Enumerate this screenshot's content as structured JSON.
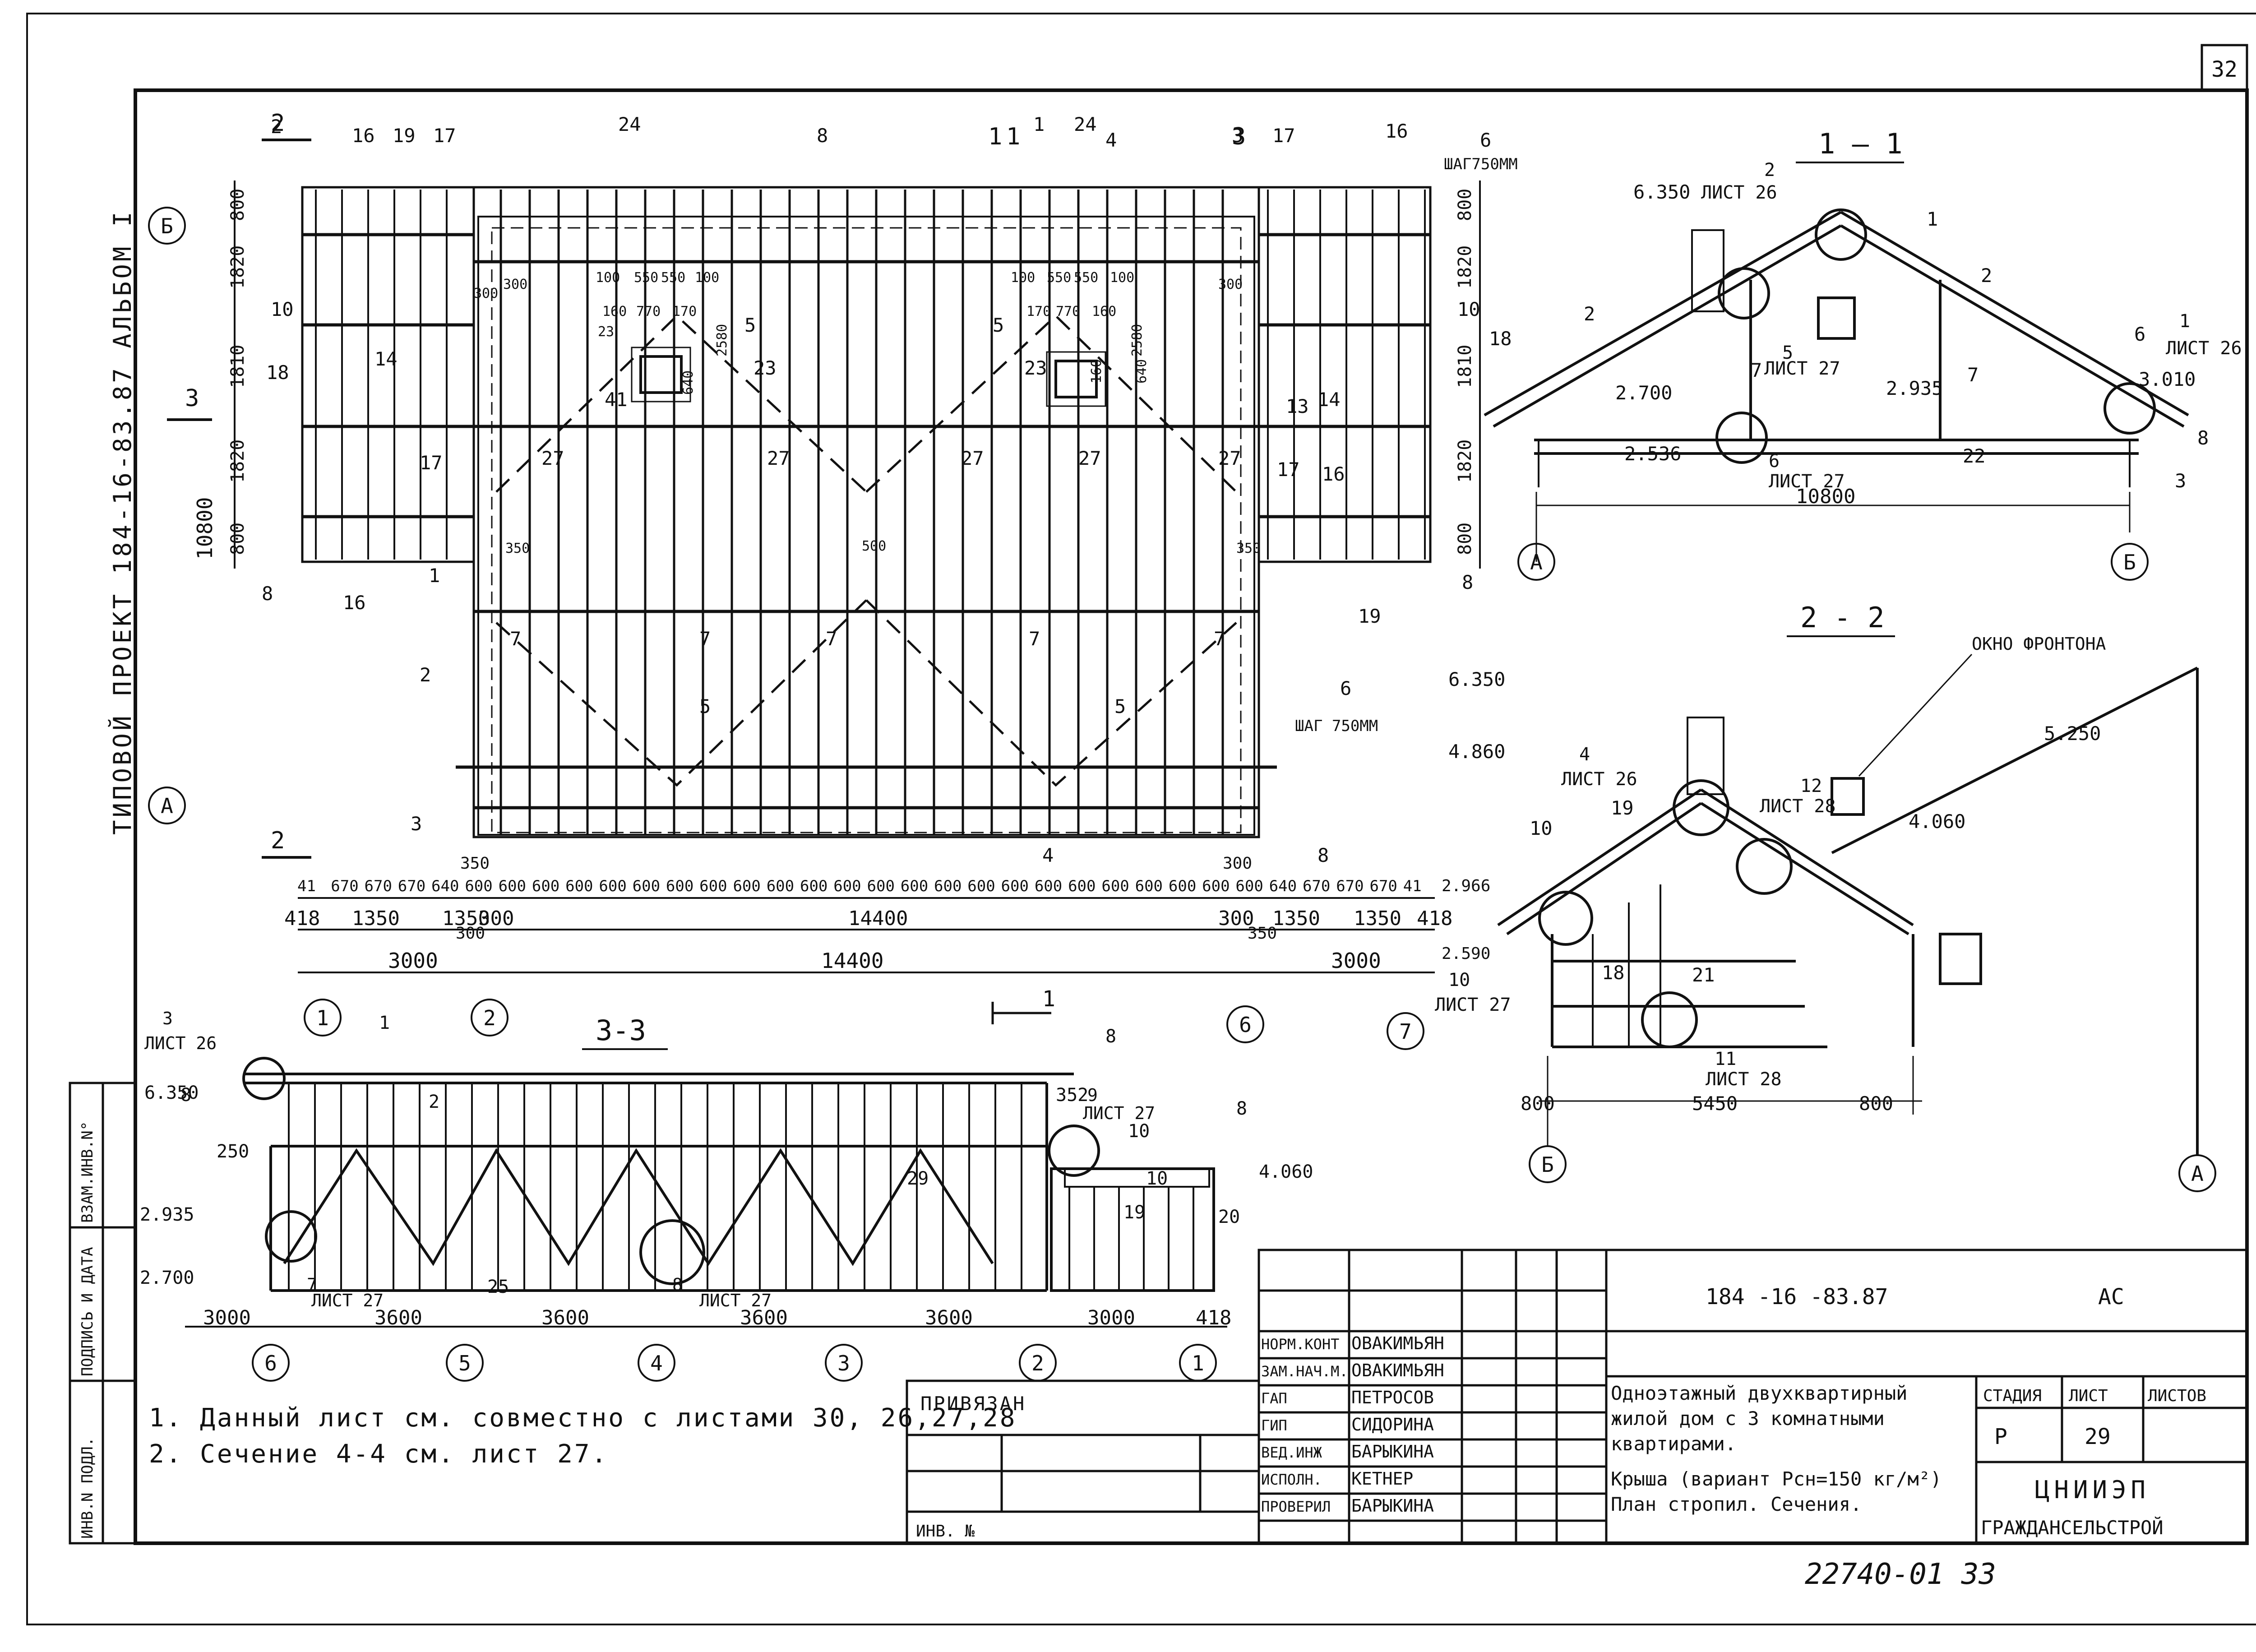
{
  "sheet_number": "32",
  "album_text": "ТИПОВОЙ ПРОЕКТ 184-16-83.87  АЛЬБОМ I",
  "left_stamp": {
    "cells": [
      "ИНВ.N ПОДЛ.",
      "ПОДПИСЬ И ДАТА",
      "ВЗАМ.ИНВ.N°"
    ]
  },
  "plan": {
    "row_axes": [
      "Б",
      "А"
    ],
    "col_axes": [
      "1",
      "2",
      "6",
      "7"
    ],
    "left_dims": [
      "800",
      "1820",
      "1810",
      "1820",
      "800"
    ],
    "right_dims": [
      "800",
      "1820",
      "1810",
      "1820",
      "800"
    ],
    "total_height": "10800",
    "step_label_top": "ШАГ750ММ",
    "step_label_bottom": "ШАГ 750ММ",
    "bottom_dims_row1": [
      "41",
      "670",
      "670",
      "670",
      "640",
      "600",
      "600",
      "600",
      "600",
      "600",
      "600",
      "600",
      "600",
      "600",
      "600",
      "600",
      "600",
      "600",
      "600",
      "600",
      "600",
      "600",
      "600",
      "600",
      "600",
      "600",
      "600",
      "600",
      "600",
      "640",
      "670",
      "670",
      "670",
      "41"
    ],
    "bottom_dims_row2": [
      "418",
      "1350",
      "1350",
      "300",
      "14400",
      "300",
      "1350",
      "1350",
      "418"
    ],
    "bottom_dims_row3": [
      "3000",
      "14400",
      "3000"
    ],
    "edge_marks": [
      "350",
      "300",
      "300",
      "350",
      "2.966",
      "2.590"
    ],
    "inner_dims": [
      "300",
      "100",
      "550",
      "550",
      "100",
      "160",
      "770",
      "170",
      "23",
      "2580",
      "640",
      "100",
      "170",
      "770",
      "160",
      "100",
      "550",
      "550",
      "300",
      "2580",
      "160",
      "640",
      "300",
      "350",
      "500",
      "350"
    ],
    "callouts": [
      "2",
      "16",
      "19",
      "17",
      "24",
      "8",
      "1",
      "24",
      "4",
      "3",
      "17",
      "16",
      "6",
      "5",
      "5",
      "23",
      "23",
      "10",
      "10",
      "18",
      "18",
      "14",
      "14",
      "13",
      "27",
      "27",
      "27",
      "27",
      "27",
      "17",
      "16",
      "1",
      "7",
      "7",
      "7",
      "7",
      "7",
      "2",
      "5",
      "5",
      "6",
      "3",
      "4",
      "8",
      "16",
      "8",
      "8",
      "19",
      "17",
      "41"
    ],
    "section_marks": [
      "2",
      "2",
      "3",
      "1",
      "3",
      "1"
    ]
  },
  "section_1_1": {
    "title": "1 – 1",
    "levels": [
      "6.350",
      "2.700",
      "2.536",
      "2.935",
      "3.010"
    ],
    "refs": [
      "2",
      "ЛИСТ 26",
      "5",
      "ЛИСТ 27",
      "6",
      "ЛИСТ 27",
      "1",
      "ЛИСТ 26"
    ],
    "callouts": [
      "1",
      "2",
      "2",
      "7",
      "7",
      "6",
      "8",
      "22",
      "3"
    ],
    "dim": "10800",
    "axes": [
      "А",
      "Б"
    ]
  },
  "section_2_2": {
    "title": "2 - 2",
    "window_label": "ОКНО ФРОНТОНА",
    "levels": [
      "6.350",
      "4.860",
      "5.250",
      "4.060"
    ],
    "refs": [
      "4",
      "ЛИСТ 26",
      "12",
      "ЛИСТ 28",
      "10",
      "ЛИСТ 27",
      "11",
      "ЛИСТ 28"
    ],
    "callouts": [
      "10",
      "19",
      "18",
      "21"
    ],
    "dims": [
      "800",
      "5450",
      "800"
    ],
    "axes": [
      "Б",
      "А"
    ]
  },
  "section_3_3": {
    "title": "3-3",
    "levels": [
      "6.350",
      "2.935",
      "2.700",
      "4.060"
    ],
    "refs": [
      "3",
      "ЛИСТ 26",
      "7",
      "ЛИСТ 27",
      "8",
      "ЛИСТ 27",
      "9",
      "ЛИСТ 27"
    ],
    "callouts": [
      "1",
      "2",
      "8",
      "8",
      "8",
      "10",
      "10",
      "19",
      "20",
      "25",
      "29",
      "352",
      "250"
    ],
    "dims": [
      "3000",
      "3600",
      "3600",
      "3600",
      "3600",
      "3000",
      "418"
    ],
    "axes": [
      "6",
      "5",
      "4",
      "3",
      "2",
      "1"
    ]
  },
  "cut_marker": "1",
  "notes": [
    "1. Данный лист см. совместно с листами 30, 26,27,28",
    "2. Сечение 4-4 см. лист 27."
  ],
  "privyazan": {
    "label": "ПРИВЯЗАН",
    "inv": "ИНВ. №"
  },
  "title_block": {
    "code": "184 -16 -83.87",
    "mark": "АС",
    "roles": [
      {
        "role": "НОРМ.КОНТ",
        "name": "ОВАКИМЬЯН"
      },
      {
        "role": "ЗАМ.НАЧ.М.",
        "name": "ОВАКИМЬЯН"
      },
      {
        "role": "ГАП",
        "name": "ПЕТРОСОВ"
      },
      {
        "role": "ГИП",
        "name": "СИДОРИНА"
      },
      {
        "role": "ВЕД.ИНЖ",
        "name": "БАРЫКИНА"
      },
      {
        "role": "ИСПОЛН.",
        "name": "КЕТНЕР"
      },
      {
        "role": "ПРОВЕРИЛ",
        "name": "БАРЫКИНА"
      }
    ],
    "project_title": "Одноэтажный двухквартирный жилой дом с 3 комнатными квартирами.",
    "sheet_title": "Крыша (вариант Pсн=150 кг/м²) План стропил. Сечения.",
    "stage_label": "СТАДИЯ",
    "sheet_label": "ЛИСТ",
    "sheets_label": "ЛИСТОВ",
    "stage": "Р",
    "sheet": "29",
    "org_1": "ЦНИИЭП",
    "org_2": "ГРАЖДАНСЕЛЬСТРОЙ"
  },
  "footer_code": "22740-01  33"
}
